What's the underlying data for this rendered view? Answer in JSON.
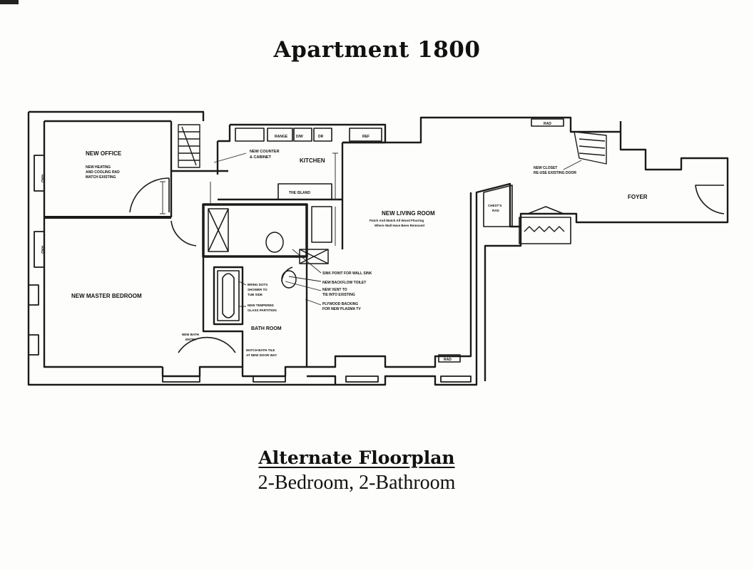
{
  "title": "Apartment 1800",
  "subtitle": "Alternate Floorplan",
  "description": "2-Bedroom, 2-Bathroom",
  "rooms": {
    "office": "NEW OFFICE",
    "master_bedroom": "NEW MASTER BEDROOM",
    "kitchen": "KITCHEN",
    "living_room": "NEW LIVING ROOM",
    "foyer": "FOYER",
    "bathroom": "BATH ROOM"
  },
  "notes": {
    "office_hvac": [
      "NEW HEATING",
      "AND COOLING RAD",
      "MATCH EXISTING"
    ],
    "counter": [
      "NEW COUNTER",
      "& CABINET"
    ],
    "closet": [
      "NEW CLOSET",
      "RE-USE EXISTING DOOR"
    ],
    "living_floor": [
      "Patch And Match All Wood Flooring",
      "Where Wall Have Been Removed"
    ],
    "sink": "SINK POINT FOR WALL SINK",
    "toilet": "NEW BACKFLOW TOILET",
    "vent": [
      "NEW VENT TO",
      "TIE INTO EXISTING"
    ],
    "plywood": [
      "PLYWOOD BACKING",
      "FOR NEW PLASMA TV"
    ],
    "shower": [
      "BRING DOTS",
      "SHOWER TO",
      "TUB SIDE"
    ],
    "glass": [
      "NEW TEMPERED",
      "GLASS PARTITION"
    ],
    "bath_door": [
      "NEW BATH",
      "ENTRY"
    ],
    "tile": [
      "MATCH BATH TILE",
      "AT NEW DOOR WAY"
    ]
  },
  "fixtures": {
    "range": "RANGE",
    "dw": "D/W",
    "dr": "DR",
    "ref": "REF",
    "island": "THE ISLAND",
    "rad_top": "RAD",
    "rad_left_1": "RAD",
    "rad_left_2": "RAD",
    "rad_bottom": "RAD",
    "chest": [
      "CHEST'S",
      "RAD"
    ]
  }
}
